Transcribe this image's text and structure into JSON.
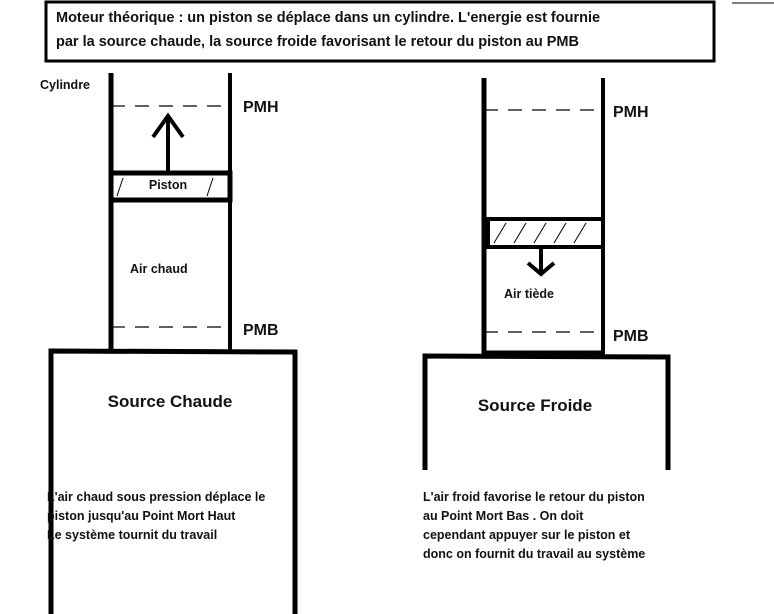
{
  "title": {
    "line1": "Moteur théorique : un piston se déplace dans un cylindre. L'energie est fournie",
    "line2": "par la source chaude, la source froide favorisant le retour du piston au PMB"
  },
  "left": {
    "cylinder_label": "Cylindre",
    "pmh": "PMH",
    "pmb": "PMB",
    "piston": "Piston",
    "gas": "Air chaud",
    "source": "Source Chaude",
    "caption": [
      "L'air chaud sous pression déplace le",
      "piston  jusqu'au Point Mort Haut",
      "Le système tournit du travail"
    ]
  },
  "right": {
    "pmh": "PMH",
    "pmb": "PMB",
    "gas": "Air tiède",
    "source": "Source Froide",
    "caption": [
      "L'air froid favorise le retour du piston",
      "au Point Mort Bas . On doit",
      "cependant appuyer sur le piston et",
      "donc on fournit du travail au système"
    ]
  }
}
